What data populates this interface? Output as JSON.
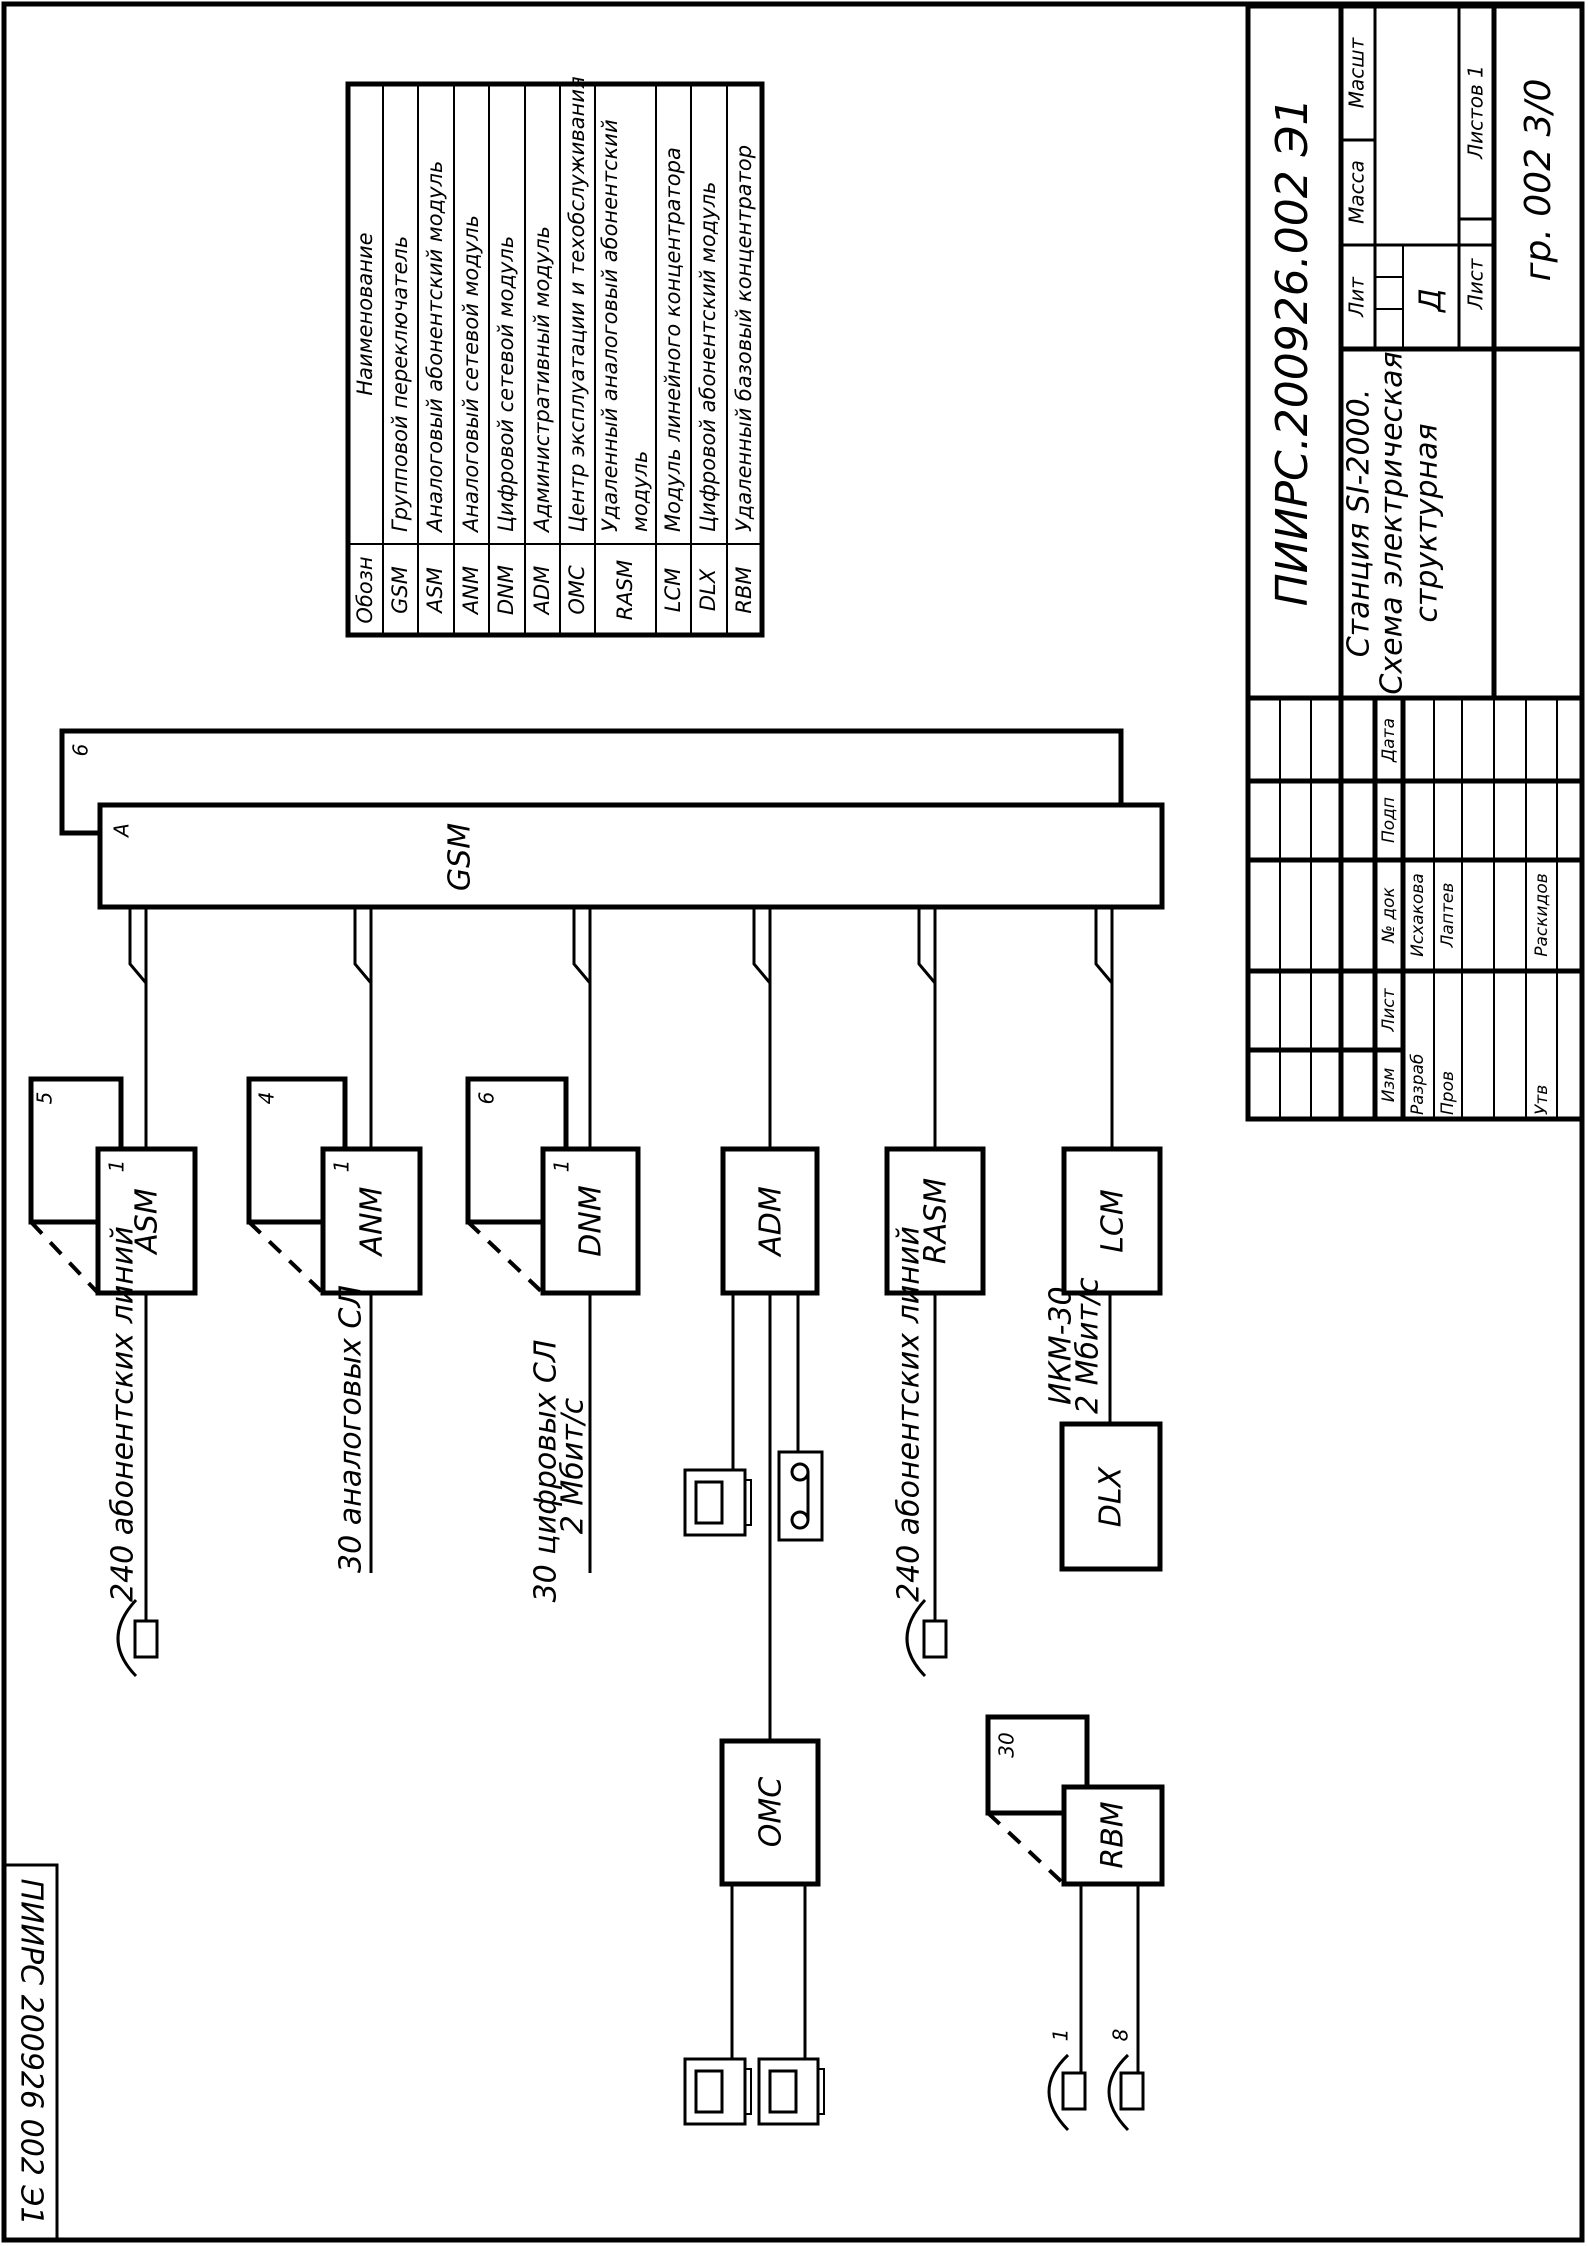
{
  "stamp": "ПИИРС 200926 002 Э1",
  "legend": {
    "headers": [
      "Обозн",
      "Наименование"
    ],
    "rows": [
      {
        "code": "GSM",
        "name": "Групповой переключатель"
      },
      {
        "code": "ASM",
        "name": "Аналоговый абонентский модуль"
      },
      {
        "code": "ANM",
        "name": "Аналоговый сетевой модуль"
      },
      {
        "code": "DNM",
        "name": "Цифровой сетевой модуль"
      },
      {
        "code": "ADM",
        "name": "Административный модуль"
      },
      {
        "code": "OMC",
        "name": "Центр эксплуатации и техобслуживания"
      },
      {
        "code": "RASM",
        "name": "Удаленный аналоговый абонентский",
        "name2": "модуль"
      },
      {
        "code": "LCM",
        "name": "Модуль линейного концентратора"
      },
      {
        "code": "DLX",
        "name": "Цифровой абонентский модуль"
      },
      {
        "code": "RBM",
        "name": "Удаленный базовый концентратор"
      }
    ]
  },
  "diagram": {
    "gsm": {
      "label": "GSM",
      "index": "А",
      "count": "6"
    },
    "modules": {
      "asm": {
        "label": "ASM",
        "index": "1",
        "count": "5",
        "line_label": "240 абонентских линий"
      },
      "anm": {
        "label": "ANM",
        "index": "1",
        "count": "4",
        "line_label": "30 аналоговых СЛ"
      },
      "dnm": {
        "label": "DNM",
        "index": "1",
        "count": "6",
        "line_label": "30 цифровых СЛ",
        "line_label2": "2 Мбит/с"
      },
      "adm": {
        "label": "ADM"
      },
      "rasm": {
        "label": "RASM",
        "line_label": "240 абонентских линий"
      },
      "lcm": {
        "label": "LCM",
        "line_label": "ИКМ-30",
        "line_label2": "2 Мбит/с"
      },
      "dlx": {
        "label": "DLX"
      },
      "omc": {
        "label": "OMC"
      },
      "rbm": {
        "label": "RBM",
        "count": "30",
        "phone1": "1",
        "phone2": "8"
      }
    }
  },
  "title_block": {
    "doc_code": "ПИИРС.200926.002 Э1",
    "title_line1": "Станция SI-2000.",
    "title_line2": "Схема электрическая",
    "title_line3": "структурная",
    "lit_label": "Лит",
    "mass_label": "Масса",
    "scale_label": "Масшт",
    "lit_value": "Д",
    "sheet_label": "Лист",
    "sheets_label": "Листов 1",
    "group": "гр. 002 3/0",
    "rev_headers": [
      "Изм",
      "Лист",
      "№ док",
      "Подп",
      "Дата"
    ],
    "roles": [
      {
        "role": "Разраб",
        "name": "Исхакова"
      },
      {
        "role": "Пров",
        "name": "Лаптев"
      },
      {
        "role": "Утв",
        "name": "Раскидов"
      }
    ]
  }
}
